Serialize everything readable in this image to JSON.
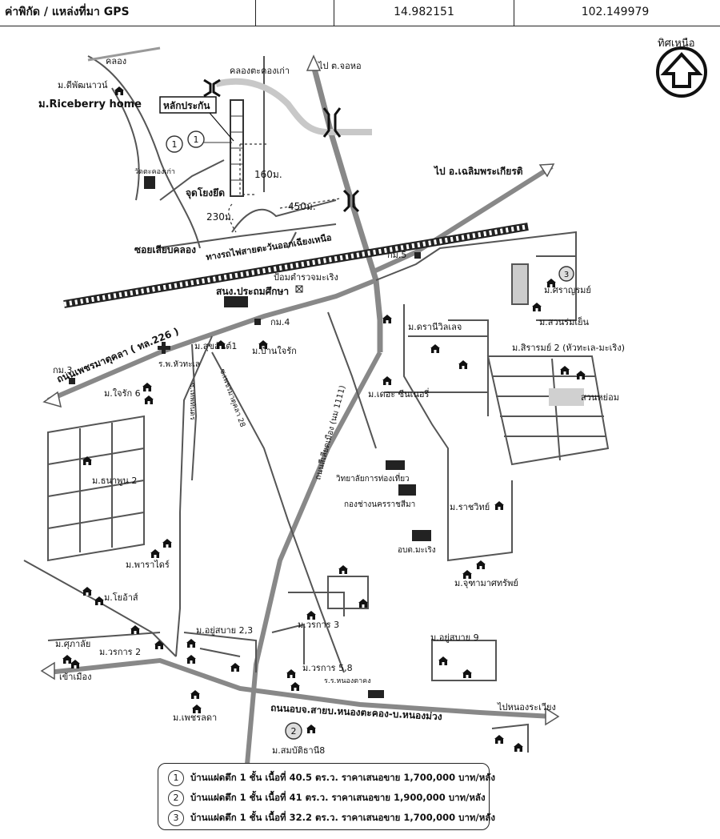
{
  "header": {
    "title": "ค่าพิกัด / แหล่งที่มา GPS",
    "latitude": "14.982151",
    "longitude": "102.149979"
  },
  "north": {
    "label": "ทิศเหนือ",
    "icon": "north-arrow-icon"
  },
  "labels": {
    "canal": "คลอง",
    "old_canal": "คลองตะคองเก่า",
    "to_jorhor": "ไป ต.จอหอ",
    "landmark_box": "หลักประกัน",
    "m_dipattawan": "ม.ดีพัฒนาวน์",
    "m_riceberry": "ม.Riceberry home",
    "dist_160": "160ม.",
    "dist_450": "450ม.",
    "dist_230": "230ม.",
    "connection_point": "จุดโยงยึด",
    "wat_takhong_kao": "วัดตะคองเก่า",
    "to_chalerm": "ไป อ.เฉลิมพระเกียรติ",
    "canal_side_road": "ซอยเลียบคลอง",
    "railway": "ทางรถไฟสายตะวันออกเฉียงเหนือ",
    "km5": "กม.5",
    "police_box": "ป้อมตำรวจมะเริง",
    "school_office": "สนง.ประถมศึกษา",
    "km4": "กม.4",
    "petchmatukla_road": "ถนนเพชรมาตุคลา ( ทล.226 )",
    "km3": "กม.3",
    "m_suksan": "ม.สุขสันต์1",
    "m_banjairak": "ม.บ้านใจรัก",
    "rp_huathale": "ร.พ.หัวทะเล",
    "m_jairak6": "ม.ใจรัก 6",
    "soi_petchmatukla28": "ซ.เพชรมาตุคลา 28",
    "soi_taephatan": "ซ.เทพทันดร",
    "m_dharani": "ม.ดรานีวิลเลจ",
    "m_the_zenery": "ม.เดอะ ซีนเนอรี่",
    "nongsietmiang_road": "ถนนสีเสียดเมือง (นม 1111)",
    "m_sararom": "ม.ศราญรมย์",
    "m_suanrom": "ม.สวนร่มเย็น",
    "m_siraram2": "ม.สิรารมย์ 2 (หัวทะเล-มะเริง)",
    "suan_yom": "สวนหย่อม",
    "m_thanapoon2": "ม.ธนาพูน 2",
    "tourism_college": "วิทยาลัยการท่องเที่ยว",
    "nakhon_ratchasima_garage": "กองช่างนครราชสีมา",
    "obt_maroeng": "อบต.มะเริง",
    "m_rachawit": "ม.ราชวิทย์",
    "m_pracha": "ม.พาราไดร์",
    "m_jutamat": "ม.จุฑามาศทรัพย์",
    "m_yoas": "ม.โยอ้าส์",
    "m_yoosabai23": "ม.อยู่สบาย 2,3",
    "m_worakan3": "ม.วรการ 3",
    "m_sukalai": "ม.ศุภาลัย",
    "m_worakan2": "ม.วรการ 2",
    "m_yoosabai9": "ม.อยู่สบาย 9",
    "m_worakan58": "ม.วรการ 5,8",
    "rr_nongtakong": "ร.ร.หนองตาคง",
    "to_city": "เข้าเมือง",
    "m_petchlada": "ม.เพชรลดา",
    "nongtakong_road": "ถนนอบจ.สายบ.หนองตะคอง-บ.หนองม่วง",
    "to_nongrawiang": "ไปหนองระเวียง",
    "m_sombat8": "ม.สมบัติธานี8"
  },
  "markers": [
    "1",
    "1",
    "2",
    "3"
  ],
  "legend": [
    {
      "num": "1",
      "text": "บ้านแฝดตึก 1 ชั้น เนื้อที่ 40.5 ตร.ว. ราคาเสนอขาย 1,700,000 บาท/หลัง"
    },
    {
      "num": "2",
      "text": "บ้านแฝดตึก 1 ชั้น เนื้อที่ 41 ตร.ว. ราคาเสนอขาย 1,900,000 บาท/หลัง"
    },
    {
      "num": "3",
      "text": "บ้านแฝดตึก 1 ชั้น เนื้อที่ 32.2 ตร.ว. ราคาเสนอขาย 1,700,000 บาท/หลัง"
    }
  ]
}
